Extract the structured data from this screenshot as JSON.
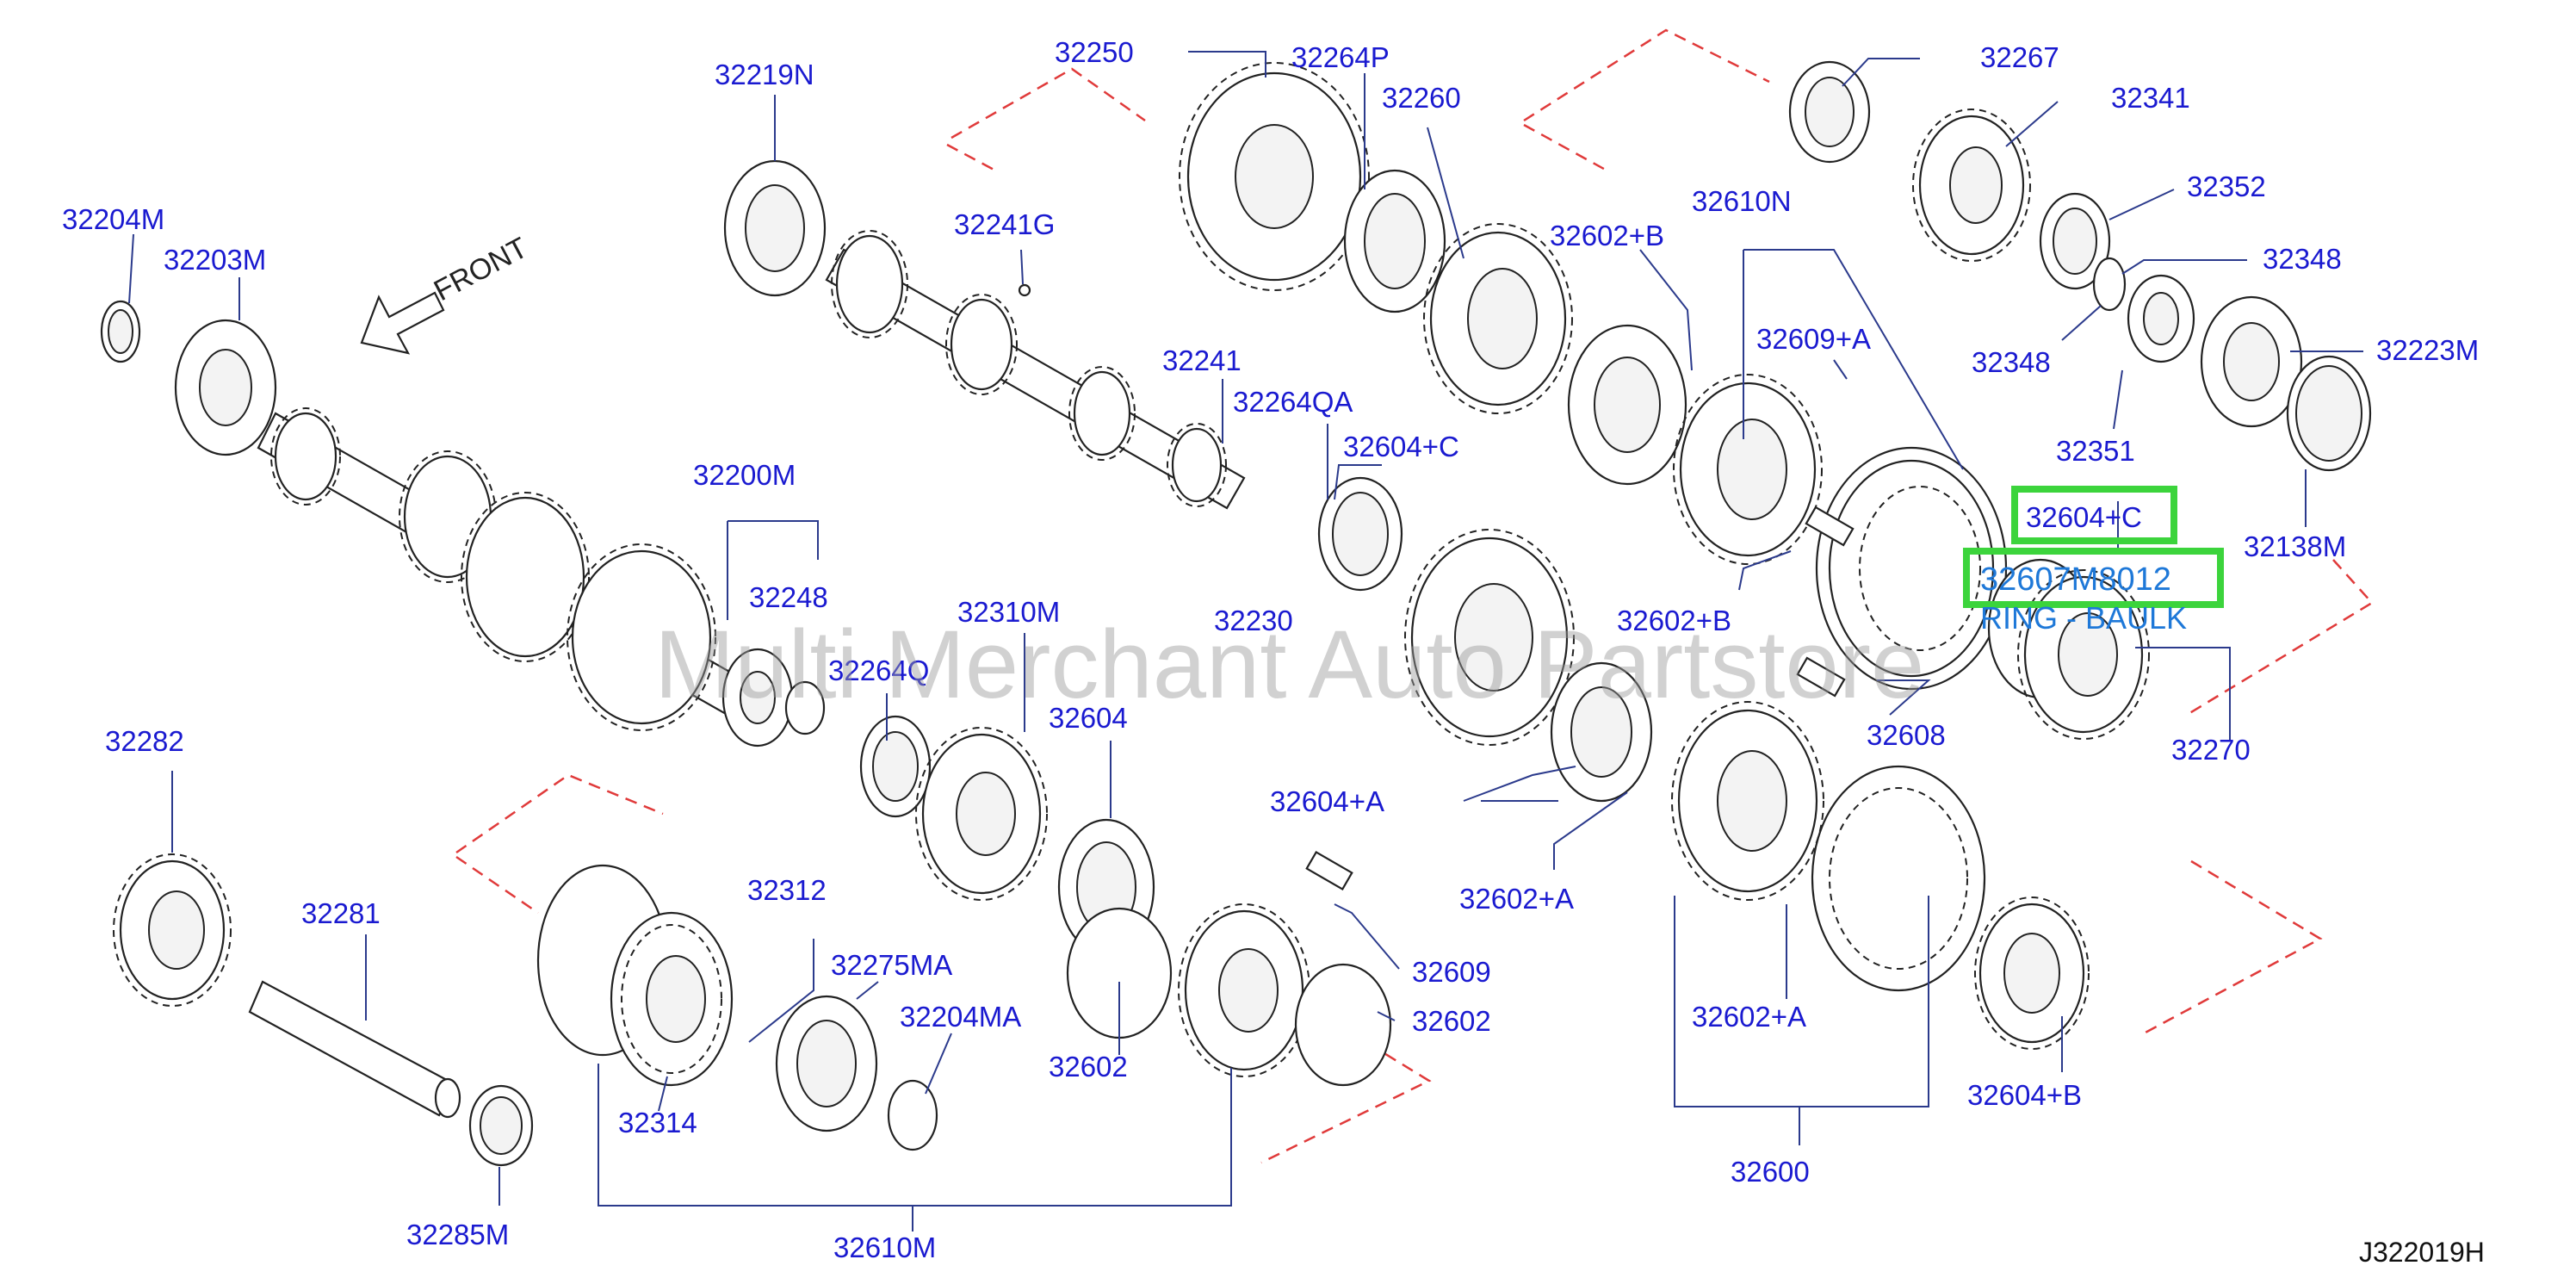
{
  "labels": {
    "p32204M": "32204M",
    "p32203M": "32203M",
    "p32219N": "32219N",
    "p32250": "32250",
    "p32264P": "32264P",
    "p32260": "32260",
    "p32267": "32267",
    "p32341": "32341",
    "p32352": "32352",
    "p32348a": "32348",
    "p32348b": "32348",
    "p32223M": "32223M",
    "p32351": "32351",
    "p32138M": "32138M",
    "p32241G": "32241G",
    "p32241": "32241",
    "p32264QA": "32264QA",
    "p32604C1": "32604+C",
    "p32602B1": "32602+B",
    "p32610N": "32610N",
    "p32609A": "32609+A",
    "p32200M": "32200M",
    "p32248": "32248",
    "p32230": "32230",
    "p32602B2": "32602+B",
    "p32310M": "32310M",
    "p32264Q": "32264Q",
    "p32604": "32604",
    "p32608": "32608",
    "p32270": "32270",
    "p32282": "32282",
    "p32604A": "32604+A",
    "p32602A1": "32602+A",
    "p32312": "32312",
    "p32281": "32281",
    "p32275MA": "32275MA",
    "p32204MA": "32204MA",
    "p32609": "32609",
    "p32602a": "32602",
    "p32602b": "32602",
    "p32314": "32314",
    "p32602A2": "32602+A",
    "p32604B": "32604+B",
    "p32600": "32600",
    "p32285M": "32285M",
    "p32610M": "32610M"
  },
  "front": "FRONT",
  "highlight": {
    "label1": "32604+C",
    "label2": "32607M8012",
    "sublabel": "RING - BAULK"
  },
  "watermark": "Multi Merchant Auto Partstore",
  "diagram_code": "J322019H",
  "colors": {
    "label_blue": "#1a1ad0",
    "highlight_green": "#3cd43c",
    "dash_red": "#e03a3a"
  }
}
